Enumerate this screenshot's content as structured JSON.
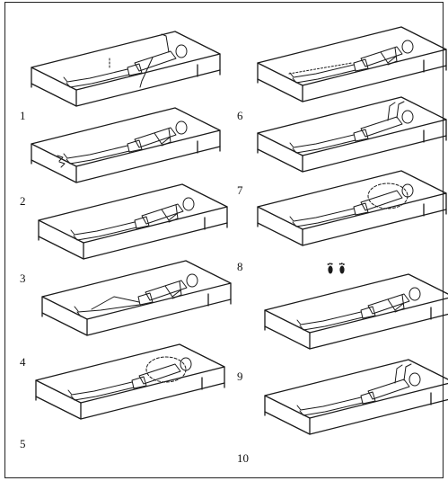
{
  "labels": [
    "1",
    "2",
    "3",
    "4",
    "5",
    "6",
    "7",
    "8",
    "9",
    "10"
  ],
  "exercises": [
    {
      "n": "1",
      "pose": "supine-arms-side-knee-marks"
    },
    {
      "n": "2",
      "pose": "supine-hands-on-chest-feet-arrows"
    },
    {
      "n": "3",
      "pose": "supine-arms-folded"
    },
    {
      "n": "4",
      "pose": "supine-knee-bent"
    },
    {
      "n": "5",
      "pose": "supine-arms-circle"
    },
    {
      "n": "6",
      "pose": "supine-arms-folded-dotted-legs"
    },
    {
      "n": "7",
      "pose": "supine-fists-raised"
    },
    {
      "n": "8",
      "pose": "supine-arm-arc-over-head"
    },
    {
      "n": "9",
      "pose": "supine-hands-on-chest"
    },
    {
      "n": "10",
      "pose": "supine-arm-raised-arrow"
    }
  ],
  "icons": [
    "footprints-icon"
  ],
  "colors": {
    "ink": "#1a1a1a",
    "background": "#ffffff"
  }
}
